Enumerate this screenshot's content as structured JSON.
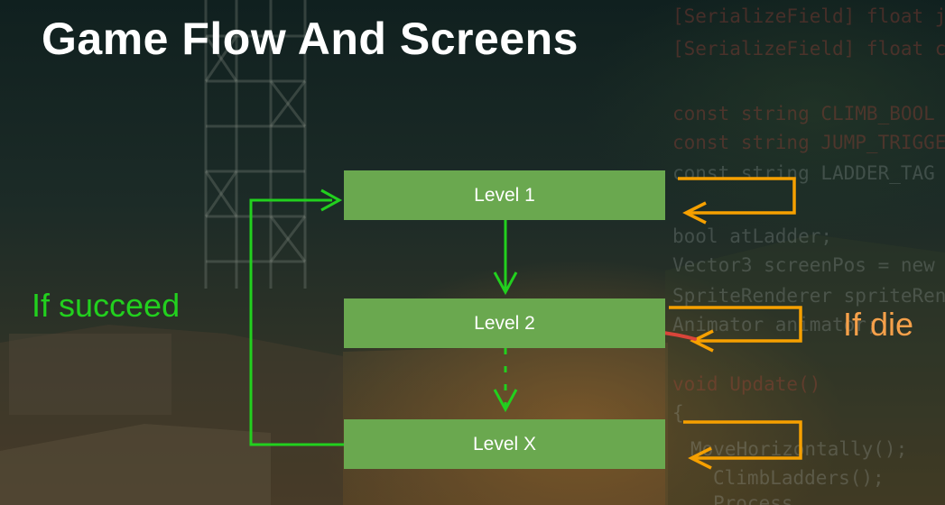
{
  "slide": {
    "title": "Game Flow And Screens"
  },
  "background_code": [
    "[SerializeField] float j",
    "[SerializeField] float c",
    "const string CLIMB_BOOL",
    "const string JUMP_TRIGGE",
    "const string LADDER_TAG",
    "bool atLadder;",
    "Vector3 screenPos = new",
    "SpriteRenderer spriteRen",
    "Animator animator;",
    "void Update()",
    "{",
    "MoveHorizontally();",
    "ClimbLadders();",
    "Process"
  ],
  "levels": [
    {
      "label": "Level 1"
    },
    {
      "label": "Level 2"
    },
    {
      "label": "Level X"
    }
  ],
  "labels": {
    "succeed": "If succeed",
    "die": "If die"
  },
  "colors": {
    "box_fill": "#6aa84f",
    "succeed_arrow": "#22d01e",
    "die_arrow": "#f6a000",
    "die_text": "#f6a04a",
    "title": "#ffffff"
  }
}
